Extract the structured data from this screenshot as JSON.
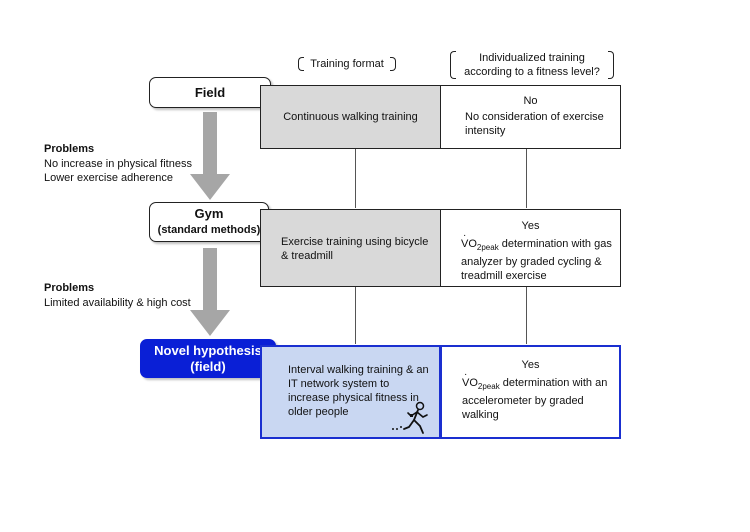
{
  "headers": {
    "training_format": "Training format",
    "individualized": "Individualized training according to a fitness level?",
    "individualized_line1": "Individualized training",
    "individualized_line2": "according to a fitness level?"
  },
  "stages": {
    "field": "Field",
    "gym_line1": "Gym",
    "gym_line2": "(standard methods)",
    "novel_line1": "Novel hypothesis",
    "novel_line2": "(field)"
  },
  "problems": [
    {
      "title": "Problems",
      "lines": [
        "No increase in physical fitness",
        "Lower exercise adherence"
      ]
    },
    {
      "title": "Problems",
      "lines": [
        "Limited availability & high cost"
      ]
    }
  ],
  "rows": [
    {
      "format": "Continuous walking training",
      "answer": "No",
      "detail": "No consideration of exercise intensity"
    },
    {
      "format": "Exercise training using bicycle & treadmill",
      "answer": "Yes",
      "vo2": "VO",
      "vo2_sub": "2peak",
      "detail": " determination with gas analyzer by graded cycling & treadmill exercise"
    },
    {
      "format": "Interval walking training & an IT network system to increase physical fitness in older people",
      "answer": "Yes",
      "vo2": "VO",
      "vo2_sub": "2peak",
      "detail": " determination with an accelerometer by graded walking"
    }
  ],
  "colors": {
    "arrow": "#a6a6a6",
    "grey_cell": "#d9d9d9",
    "novel_stage": "#0a1fd6",
    "novel_cell": "#c9d7f2"
  },
  "icons": [
    "walker-icon"
  ]
}
